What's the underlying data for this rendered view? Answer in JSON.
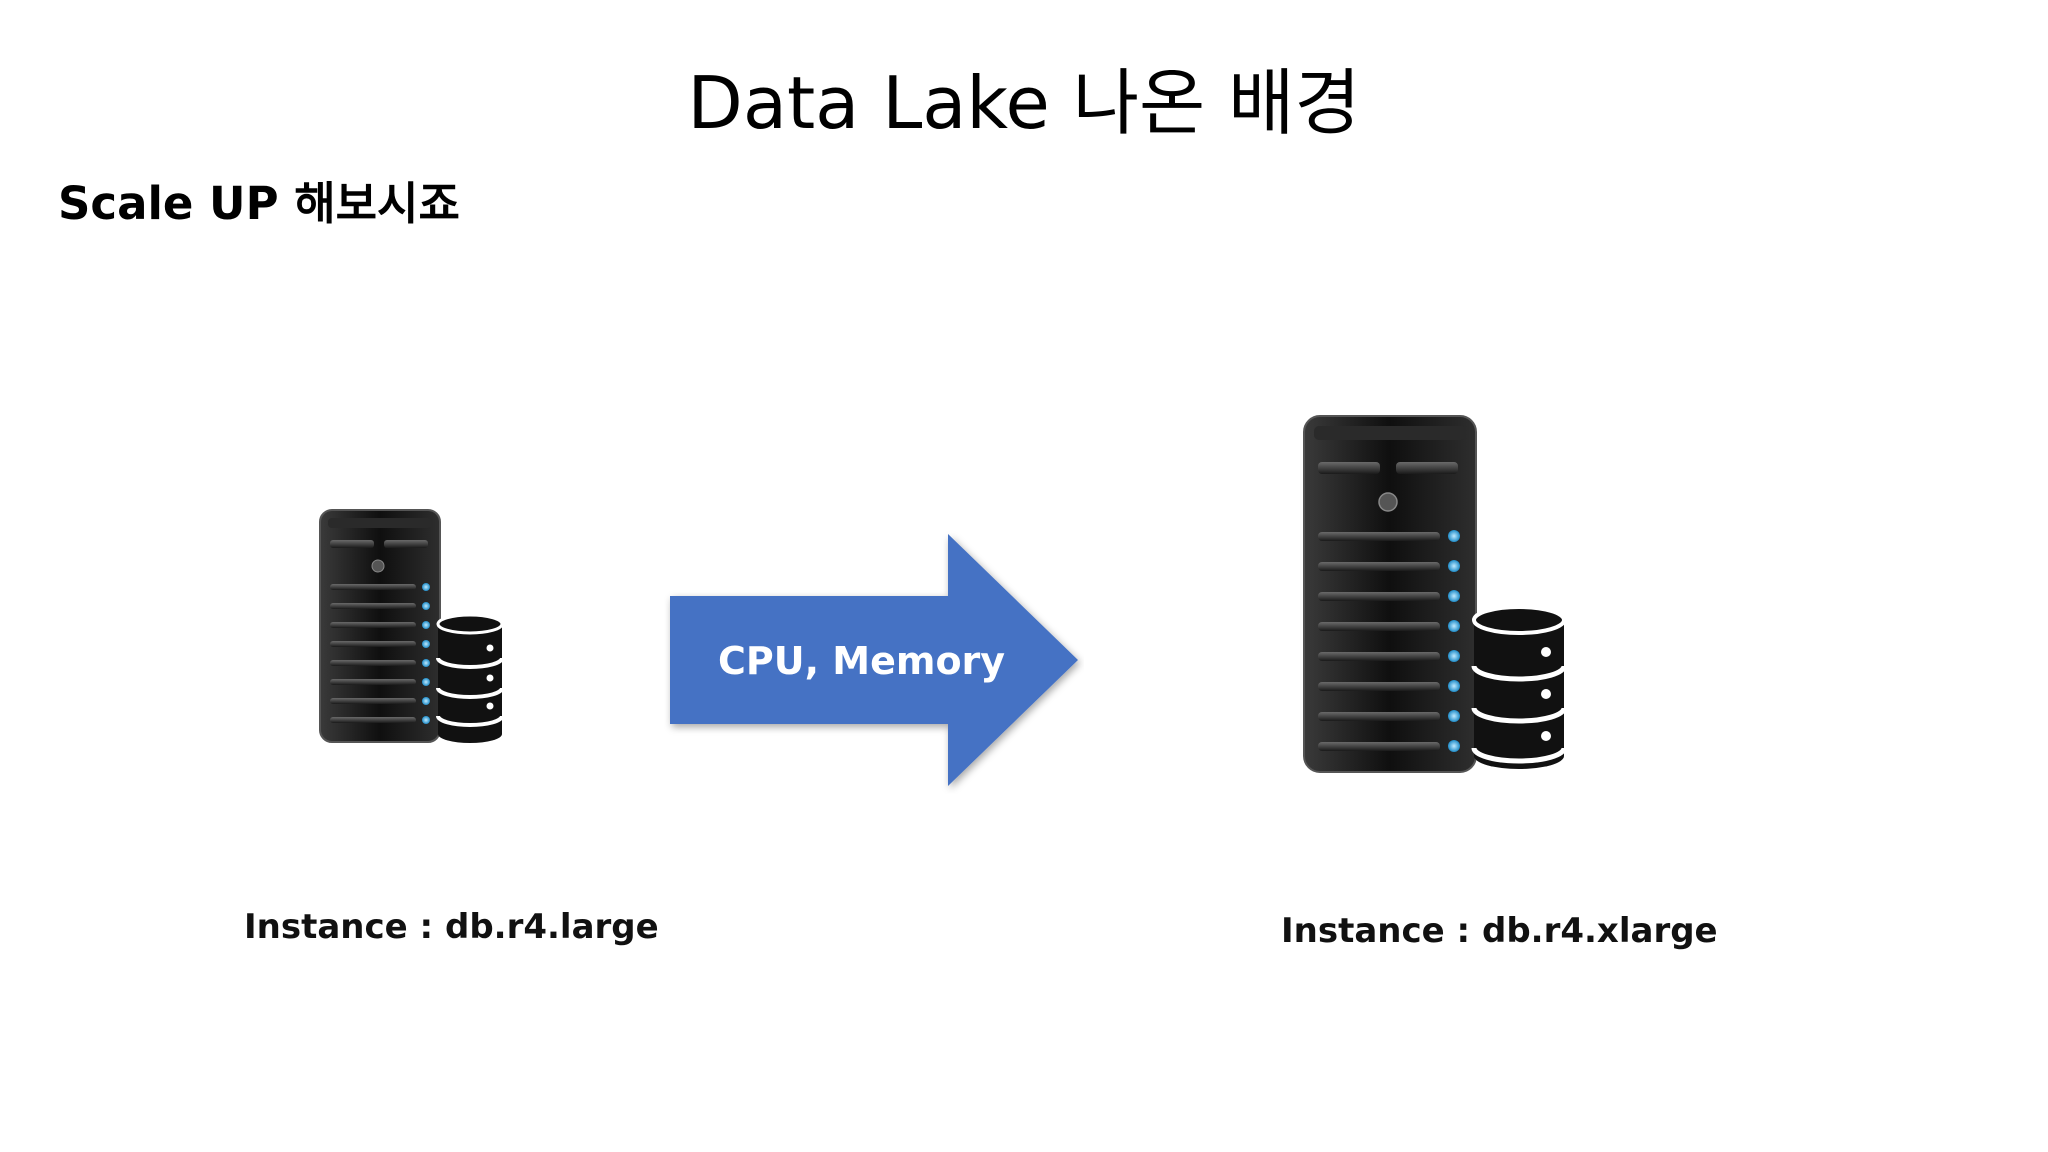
{
  "slide": {
    "title": "Data Lake 나온 배경",
    "subtitle": "Scale UP 해보시죠"
  },
  "diagram": {
    "source": {
      "icon": "server-database-icon",
      "caption": "Instance : db.r4.large"
    },
    "arrow": {
      "label": "CPU, Memory",
      "color": "#4472C4"
    },
    "target": {
      "icon": "server-database-icon",
      "caption": "Instance : db.r4.xlarge"
    }
  },
  "colors": {
    "server_body": "#151515",
    "led": "#35A8E0",
    "arrow_fill": "#4472C4",
    "text": "#000000"
  }
}
